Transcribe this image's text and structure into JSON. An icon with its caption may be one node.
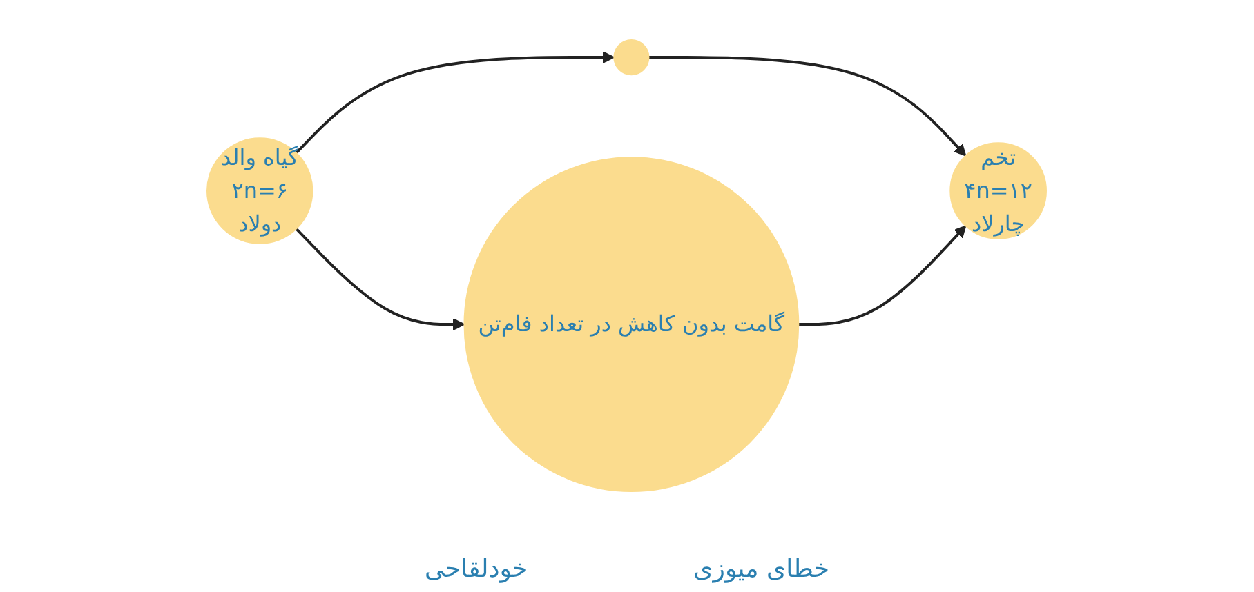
{
  "diagram": {
    "nodes": [
      {
        "text": [
          "گیاه والد",
          "۲n=۶",
          "دولاد"
        ]
      },
      {
        "text": [],
        "shape": "circle"
      },
      {
        "text": [
          "گامت بدون کاهش در تعداد فام‌تن"
        ]
      },
      {
        "text": [
          "تخم",
          "۴n=۱۲",
          "چارلاد"
        ]
      }
    ],
    "edges": [
      {
        "from": 0,
        "to": 1,
        "arrow": "to"
      },
      {
        "from": 0,
        "to": 2,
        "arrow": "to"
      },
      {
        "from": 1,
        "to": 3,
        "arrow": "to"
      },
      {
        "from": 2,
        "to": 3,
        "arrow": "to"
      }
    ],
    "labels": [
      "خطای میوزی",
      "خودلقاحی"
    ]
  }
}
